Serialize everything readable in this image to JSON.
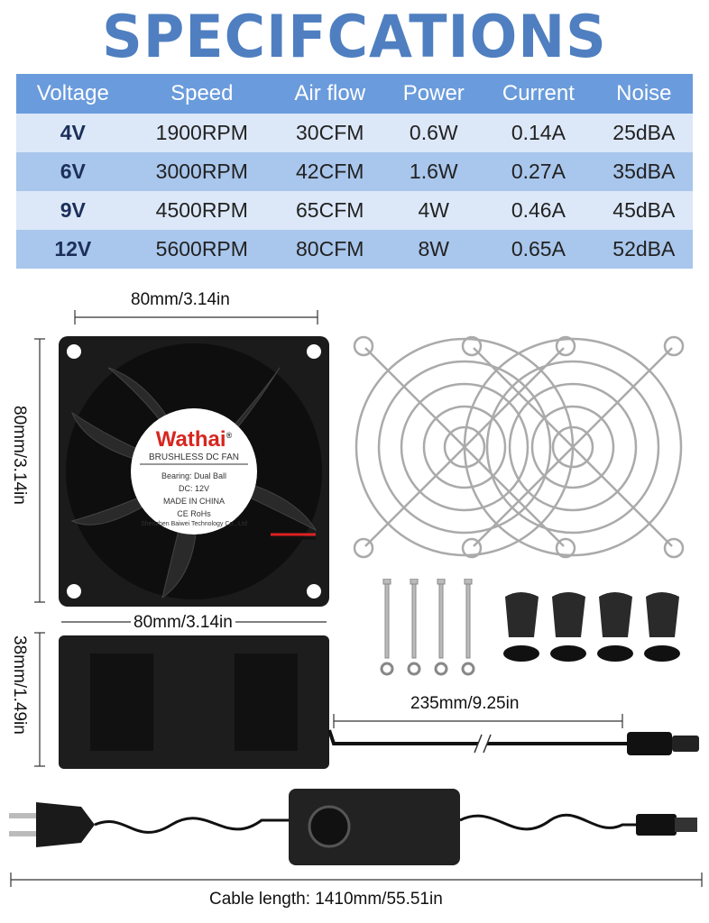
{
  "title": "SPECIFCATIONS",
  "table": {
    "headers": [
      "Voltage",
      "Speed",
      "Air flow",
      "Power",
      "Current",
      "Noise"
    ],
    "rows": [
      [
        "4V",
        "1900RPM",
        "30CFM",
        "0.6W",
        "0.14A",
        "25dBA"
      ],
      [
        "6V",
        "3000RPM",
        "42CFM",
        "1.6W",
        "0.27A",
        "35dBA"
      ],
      [
        "9V",
        "4500RPM",
        "65CFM",
        "4W",
        "0.46A",
        "45dBA"
      ],
      [
        "12V",
        "5600RPM",
        "80CFM",
        "8W",
        "0.65A",
        "52dBA"
      ]
    ]
  },
  "fan_label": {
    "brand": "Wathai",
    "registered": "®",
    "type": "BRUSHLESS DC FAN",
    "bearing": "Bearing: Dual Ball",
    "dc": "DC: 12V",
    "origin": "MADE IN CHINA",
    "cert": "CE RoHs",
    "maker": "Shenzhen Baiwei Technology Co., Ltd"
  },
  "dimensions": {
    "fan_width_top": "80mm/3.14in",
    "fan_height": "80mm/3.14in",
    "fan_width_bottom": "80mm/3.14in",
    "fan_depth": "38mm/1.49in",
    "fan_cable": "235mm/9.25in",
    "adapter_cable": "Cable length: 1410mm/55.51in"
  },
  "colors": {
    "title": "#4f7fc0",
    "header": "#6a9bdc",
    "row_light": "#dce8f8",
    "row_dark": "#a9c6ec",
    "brand": "#d7261e"
  }
}
